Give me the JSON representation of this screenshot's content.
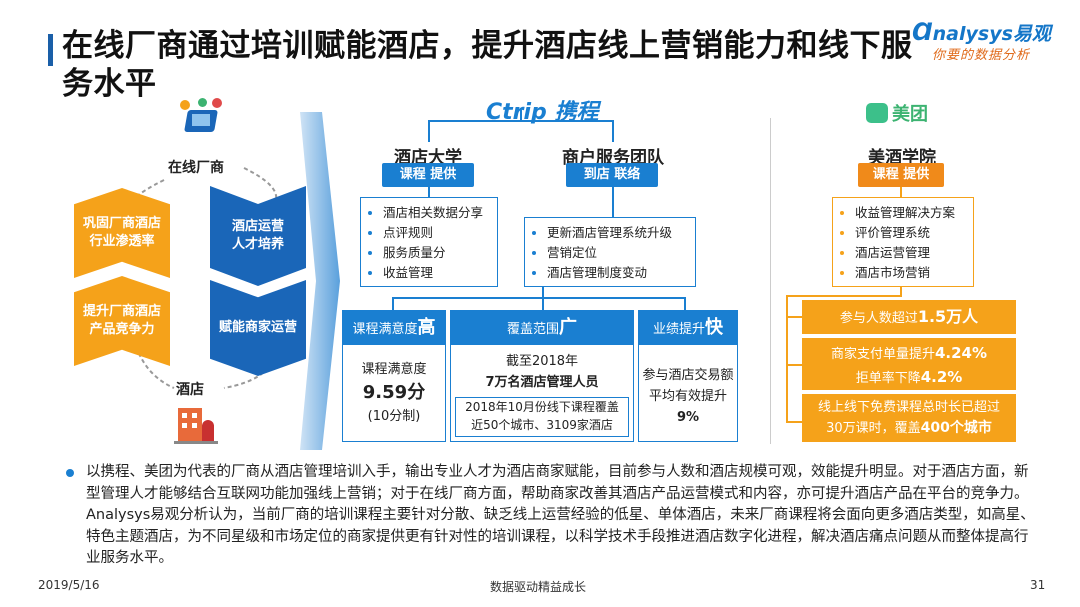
{
  "title": "在线厂商通过培训赋能酒店，提升酒店线上营销能力和线下服务水平",
  "logo": {
    "main": "nalysys易观",
    "sub": "你要的数据分析"
  },
  "cycle": {
    "top_label": "在线厂商",
    "bottom_label": "酒店",
    "left_items": [
      "巩固厂商酒店行业渗透率",
      "提升厂商酒店产品竞争力"
    ],
    "right_items": [
      "酒店运营人才培养",
      "赋能商家运营"
    ]
  },
  "ctrip": {
    "logo": "Ctrip 携程",
    "univ": {
      "title": "酒店大学",
      "pill": "课程 提供",
      "items": [
        "酒店相关数据分享",
        "点评规则",
        "服务质量分",
        "收益管理"
      ]
    },
    "team": {
      "title": "商户服务团队",
      "pill": "到店 联络",
      "items": [
        "更新酒店管理系统升级",
        "营销定位",
        "酒店管理制度变动"
      ]
    },
    "stats": [
      {
        "head_pre": "课程满意度",
        "head_big": "高",
        "l1": "课程满意度",
        "l2": "9.59分",
        "l3": "(10分制)"
      },
      {
        "head_pre": "覆盖范围",
        "head_big": "广",
        "l1": "截至2018年",
        "l2": "7万名酒店管理人员",
        "sub1": "2018年10月份线下课程覆盖",
        "sub2": "近50个城市、3109家酒店"
      },
      {
        "head_pre": "业绩提升",
        "head_big": "快",
        "l1": "参与酒店交易额",
        "l2": "平均有效提升",
        "l3": "9%"
      }
    ]
  },
  "meituan": {
    "logo": "美团",
    "title": "美酒学院",
    "pill": "课程 提供",
    "items": [
      "收益管理解决方案",
      "评价管理系统",
      "酒店运营管理",
      "酒店市场营销"
    ],
    "stats": [
      {
        "a": "参与人数超过",
        "b": "1.5万人"
      },
      {
        "a": "商家支付单量提升",
        "b": "4.24%",
        "c": "拒单率下降",
        "d": "4.2%"
      },
      {
        "a": "线上线下免费课程总时长已超过",
        "b": "30万课时，覆盖",
        "c": "400个城市"
      }
    ]
  },
  "note": "以携程、美团为代表的厂商从酒店管理培训入手，输出专业人才为酒店商家赋能，目前参与人数和酒店规模可观，效能提升明显。对于酒店方面，新型管理人才能够结合互联网功能加强线上营销；对于在线厂商方面，帮助商家改善其酒店产品运营模式和内容，亦可提升酒店产品在平台的竞争力。Analysys易观分析认为，当前厂商的培训课程主要针对分散、缺乏线上运营经验的低星、单体酒店，未来厂商课程将会面向更多酒店类型，如高星、特色主题酒店，为不同星级和市场定位的商家提供更有针对性的培训课程，以科学技术手段推进酒店数字化进程，解决酒店痛点问题从而整体提高行业服务水平。",
  "footer": {
    "date": "2019/5/16",
    "center": "数据驱动精益成长",
    "page": "31"
  },
  "colors": {
    "blue": "#1a7fd1",
    "orange": "#f5a21a",
    "dark_blue": "#1a66b8"
  }
}
